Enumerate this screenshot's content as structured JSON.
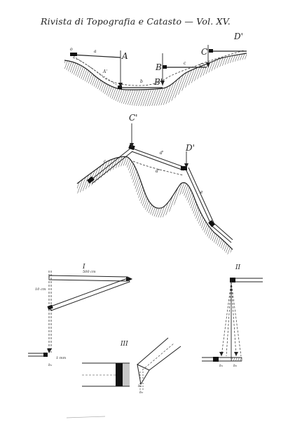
{
  "header": {
    "text": "Rivista di Topografia e Catasto — Vol. XV."
  },
  "figure1": {
    "point_labels": {
      "o": "o",
      "A": "A",
      "A1": "A'",
      "B": "B",
      "B1": "B'",
      "C": "C",
      "C1": "C'",
      "D": "D'"
    },
    "segment_labels": {
      "a": "a",
      "b": "b",
      "c": "c"
    }
  },
  "figure2": {
    "point_labels": {
      "C1": "C'",
      "D1": "D'"
    },
    "segment_labels": {
      "c": "c",
      "d1": "d'",
      "d2": "d\"",
      "e": "e"
    }
  },
  "panel_I": {
    "roman": "I",
    "measure_500": "500 cm",
    "measure_10": "10 cm",
    "measure_1mm": "1 mm",
    "sub_b1": "b₁"
  },
  "panel_II": {
    "roman": "II",
    "sub_b1": "b₁",
    "sub_b2": "b₂"
  },
  "panel_III": {
    "roman": "III",
    "sub_b1": "b₁",
    "sub_b2": "b₂"
  }
}
